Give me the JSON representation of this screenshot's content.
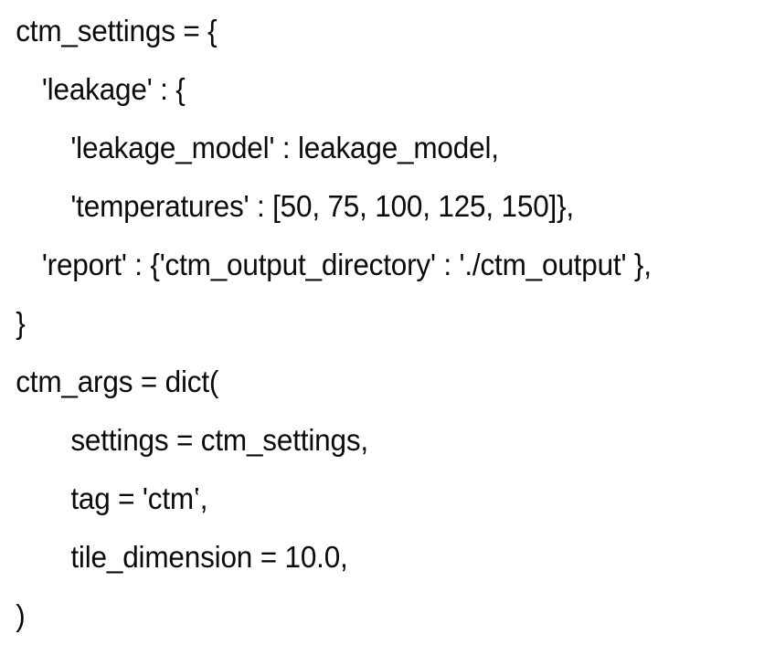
{
  "document": {
    "kind": "code-snippet",
    "language": "python",
    "background_color": "#ffffff",
    "text_color": "#0b0b0b"
  },
  "code": {
    "lines": [
      {
        "indent": 0,
        "text": "ctm_settings = {"
      },
      {
        "indent": 1,
        "text": "'leakage' : {"
      },
      {
        "indent": 2,
        "text": "'leakage_model' : leakage_model,"
      },
      {
        "indent": 2,
        "text": "'temperatures' : [50, 75, 100, 125, 150]},"
      },
      {
        "indent": 1,
        "text": "'report' : {'ctm_output_directory' : './ctm_output' },"
      },
      {
        "indent": 0,
        "text": "}"
      },
      {
        "indent": 0,
        "text": "ctm_args = dict("
      },
      {
        "indent": 2,
        "text": "settings = ctm_settings,"
      },
      {
        "indent": 2,
        "text": "tag = 'ctm‛,"
      },
      {
        "indent": 2,
        "text": "tile_dimension = 10.0,"
      },
      {
        "indent": 0,
        "text": ")"
      }
    ]
  }
}
